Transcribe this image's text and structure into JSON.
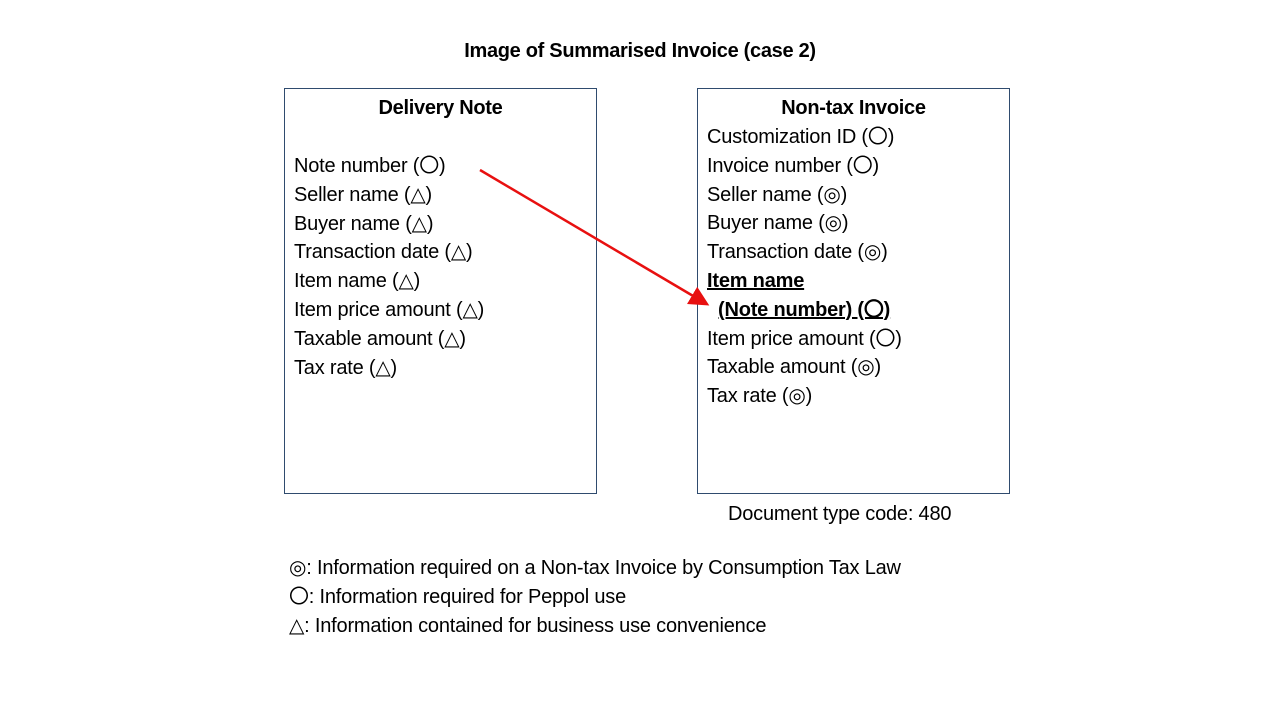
{
  "title": "Image of Summarised Invoice (case 2)",
  "delivery_note": {
    "title": "Delivery Note",
    "fields": [
      "Note number (〇)",
      "Seller name (△)",
      "Buyer name (△)",
      "Transaction date (△)",
      "Item name (△)",
      "Item price amount (△)",
      "Taxable amount (△)",
      "Tax rate (△)"
    ]
  },
  "non_tax_invoice": {
    "title": "Non-tax Invoice",
    "fields": [
      "Customization ID (〇)",
      "Invoice number (〇)",
      "Seller name (◎)",
      "Buyer name (◎)",
      "Transaction date (◎)",
      "Item name",
      "(Note number) (〇)",
      "Item price amount (〇)",
      "Taxable amount (◎)",
      "Tax rate (◎)"
    ],
    "document_type_code": "Document type code: 480"
  },
  "arrow": {
    "from": "Delivery Note: Note number",
    "to": "Non-tax Invoice: Item name (Note number)",
    "color": "#e81010"
  },
  "legend": [
    "◎: Information required on a Non-tax Invoice by Consumption Tax Law",
    "〇: Information required for Peppol use",
    "△: Information contained for business use convenience"
  ],
  "colors": {
    "box_border": "#2f4b6e",
    "arrow": "#e81010"
  }
}
